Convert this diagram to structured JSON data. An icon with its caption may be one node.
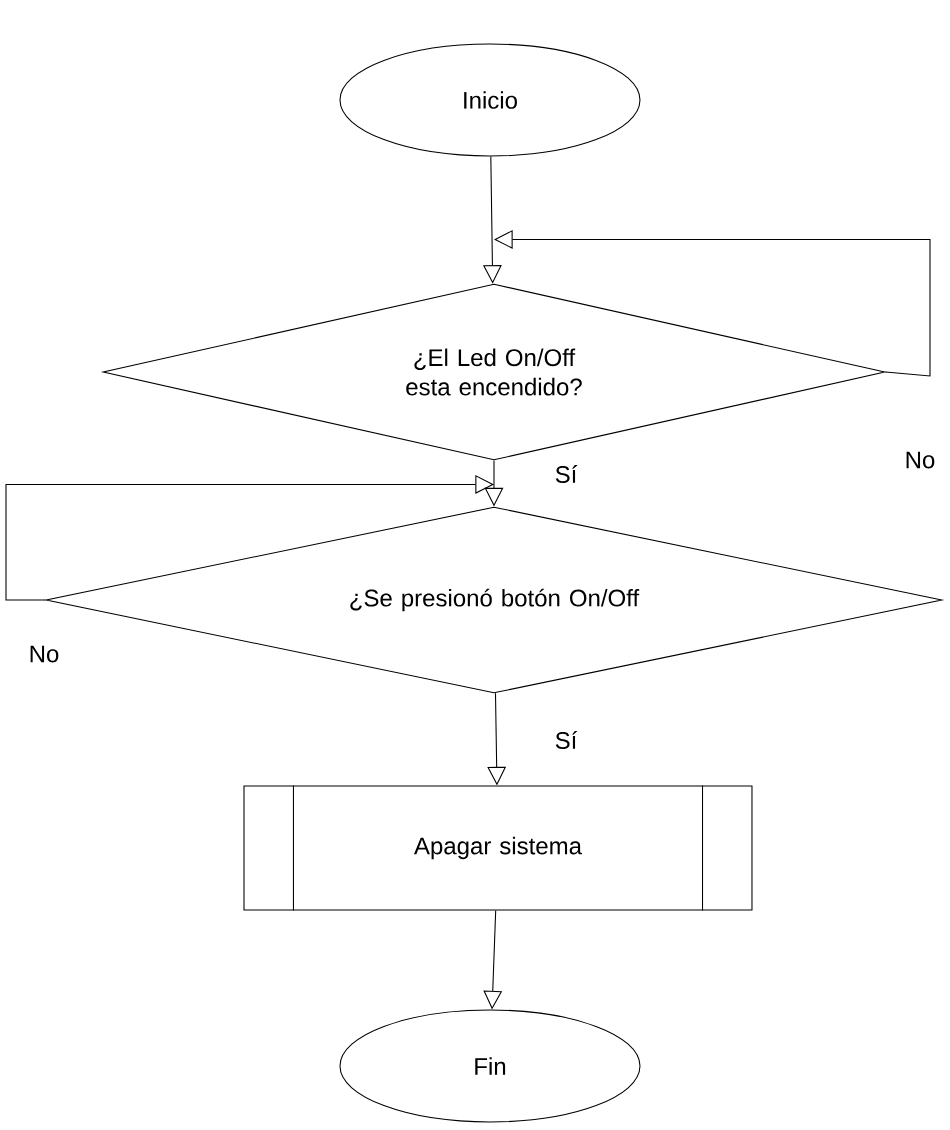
{
  "diagram": {
    "nodes": [
      {
        "text": [
          "Inicio"
        ]
      },
      {
        "text": [
          "¿El Led On/Off esta encendido?"
        ]
      },
      {
        "text": [
          "¿Se presionó botón On/Off"
        ]
      },
      {
        "text": [
          "Apagar sistema"
        ]
      },
      {
        "text": [
          "Fin"
        ]
      }
    ],
    "edges": [
      {
        "from": 0,
        "to": 1,
        "arrow": "to"
      },
      {
        "from": 1,
        "to": 1,
        "arrow": "to",
        "label": "No"
      },
      {
        "from": 1,
        "to": 2,
        "arrow": "to",
        "label": "Sí"
      },
      {
        "from": 2,
        "to": 2,
        "arrow": "to",
        "label": "No"
      },
      {
        "from": 2,
        "to": 3,
        "arrow": "to",
        "label": "Sí"
      },
      {
        "from": 3,
        "to": 4,
        "arrow": "to"
      }
    ]
  }
}
